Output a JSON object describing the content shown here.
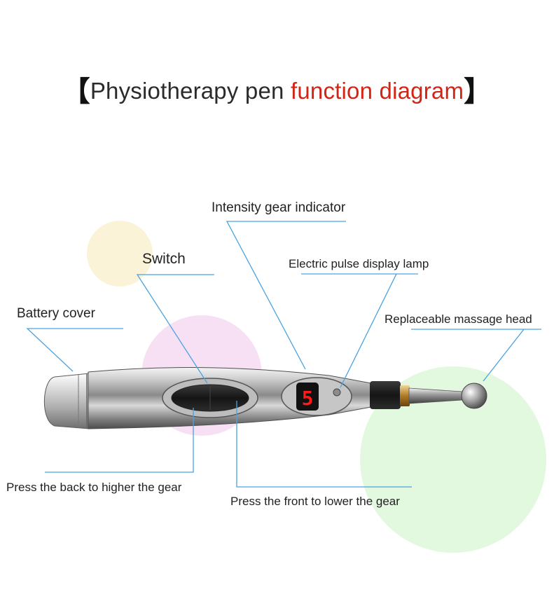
{
  "title": {
    "open_bracket": "【",
    "part1": "Physiotherapy pen ",
    "part2": "function diagram",
    "close_bracket": "】"
  },
  "labels": {
    "intensity_indicator": "Intensity gear indicator",
    "switch": "Switch",
    "pulse_lamp": "Electric pulse display lamp",
    "battery_cover": "Battery cover",
    "massage_head": "Replaceable massage head",
    "press_back": "Press the back to higher the gear",
    "press_front": "Press the front to lower the gear"
  },
  "display": {
    "digit": "5",
    "digit_color": "#ff1a1a"
  },
  "colors": {
    "title_accent": "#d32516",
    "leader_line": "#4aa3e0",
    "circle_yellow": "#fbf3d8",
    "circle_pink": "#f8e0f4",
    "circle_green": "#e3f9df"
  }
}
